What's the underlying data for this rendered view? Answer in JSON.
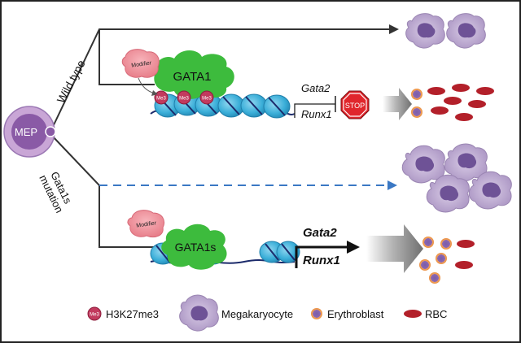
{
  "progenitor": {
    "label": "MEP"
  },
  "branches": {
    "wild_type": {
      "label": "Wild type"
    },
    "mutant": {
      "label_line1": "Gata1s",
      "label_line2": "mutation"
    }
  },
  "wild_type_panel": {
    "modifier_label": "Modifier",
    "tf_label": "GATA1",
    "mark_label": "Me3",
    "gene1": "Gata2",
    "gene2": "Runx1",
    "stop_label": "STOP"
  },
  "mutant_panel": {
    "modifier_label": "Modifier",
    "tf_label": "GATA1s",
    "gene1": "Gata2",
    "gene2": "Runx1"
  },
  "legend": {
    "mark_icon_text": "Me3",
    "mark": "H3K27me3",
    "megakaryocyte": "Megakaryocyte",
    "erythroblast": "Erythroblast",
    "rbc": "RBC"
  },
  "colors": {
    "mep_outer": "#c9a6d6",
    "mep_inner": "#8a5aa6",
    "gata1_green": "#3dbb3d",
    "nucleosome_blue": "#3aaed8",
    "dna_navy": "#1c2b6b",
    "modifier_pink": "#ee8f99",
    "stop_red": "#e0262c",
    "rbc_red": "#b3202a",
    "dashed_wt": "#333333",
    "dashed_mut": "#3b78c4",
    "arrow_gray": "#8c8c8c",
    "megakaryocyte_purple": "#b8a4cc"
  }
}
